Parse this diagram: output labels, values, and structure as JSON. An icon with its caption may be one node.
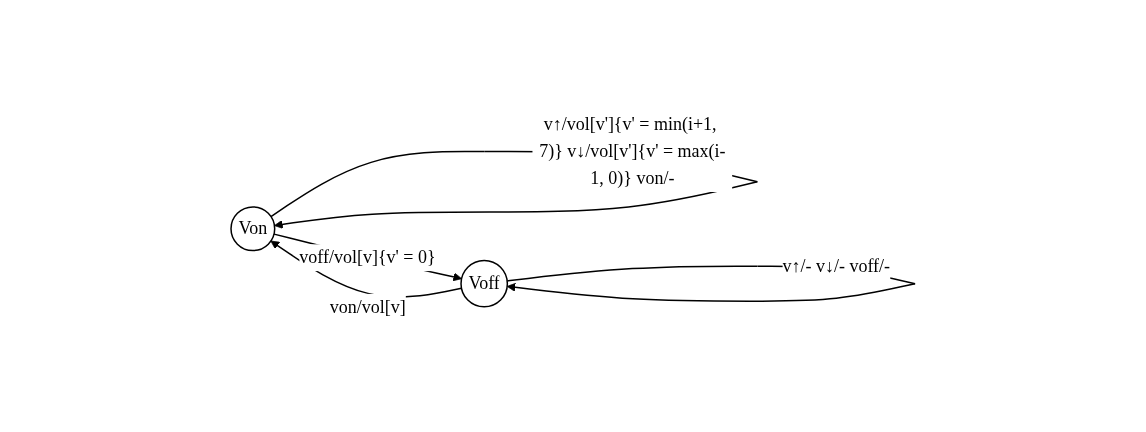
{
  "diagram": {
    "nodes": [
      {
        "text": [
          "Von"
        ]
      },
      {
        "text": [
          "Voff"
        ]
      }
    ],
    "edges": [
      {
        "from": 1,
        "to": 0,
        "arrow": "to",
        "label": "von/vol[v]"
      },
      {
        "from": 0,
        "to": 0,
        "arrow": "to",
        "label": "v↑/vol[v']{v' = min(i+1, 7)} v↓/vol[v']{v' = max(i-1, 0)} von/-"
      },
      {
        "from": 0,
        "to": 1,
        "arrow": "to",
        "label": "voff/vol[v]{v' = 0}"
      },
      {
        "from": 1,
        "to": 1,
        "arrow": "to",
        "label": "v↑/- v↓/- voff/-"
      }
    ]
  }
}
